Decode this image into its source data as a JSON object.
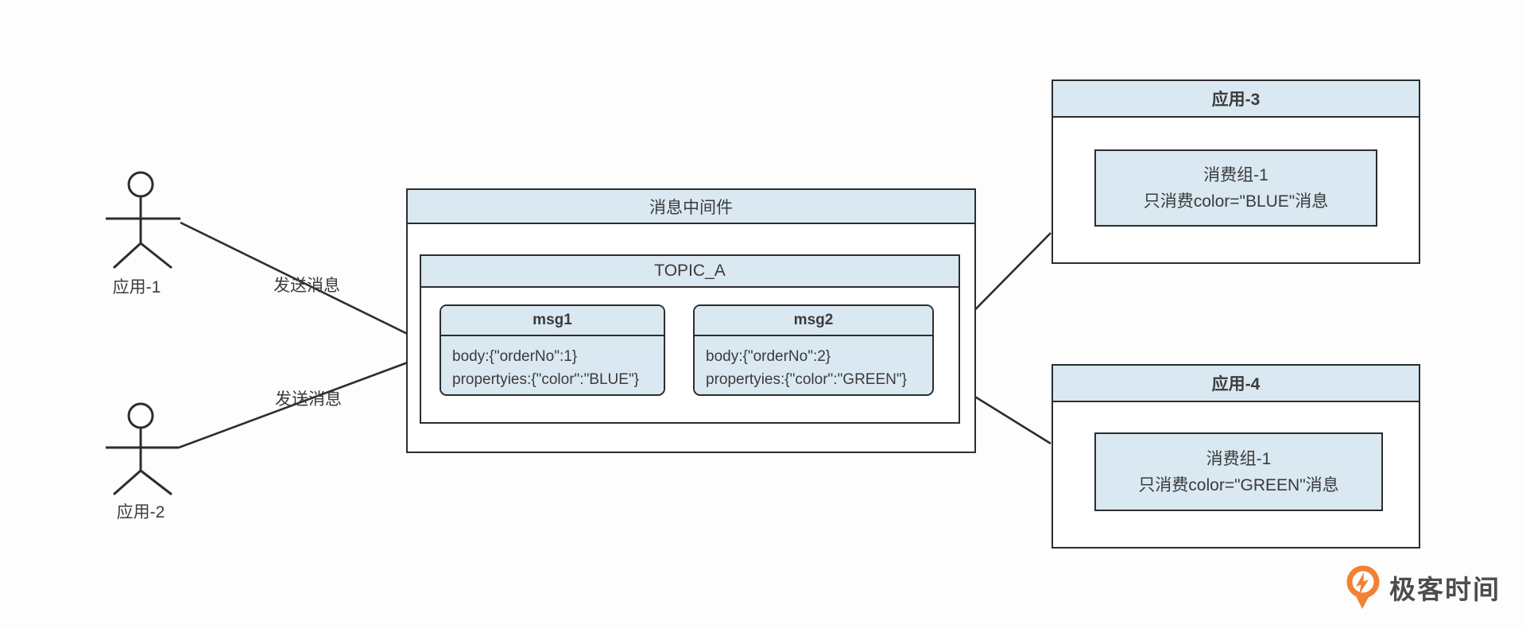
{
  "diagram": {
    "actors": [
      {
        "label": "应用-1"
      },
      {
        "label": "应用-2"
      }
    ],
    "send_labels": [
      "发送消息",
      "发送消息"
    ],
    "middleware": {
      "title": "消息中间件",
      "topic": {
        "title": "TOPIC_A",
        "messages": [
          {
            "title": "msg1",
            "body_line1": "body:{\"orderNo\":1}",
            "body_line2": "propertyies:{\"color\":\"BLUE\"}"
          },
          {
            "title": "msg2",
            "body_line1": "body:{\"orderNo\":2}",
            "body_line2": "propertyies:{\"color\":\"GREEN\"}"
          }
        ]
      }
    },
    "consumers": [
      {
        "title": "应用-3",
        "group_line1": "消费组-1",
        "group_line2": "只消费color=\"BLUE\"消息"
      },
      {
        "title": "应用-4",
        "group_line1": "消费组-1",
        "group_line2": "只消费color=\"GREEN\"消息"
      }
    ]
  },
  "branding": {
    "logo_text": "极客时间"
  },
  "colors": {
    "box_fill": "#d9e8f1",
    "box_border": "#2d2d2d",
    "text": "#3b3b3b",
    "logo_orange": "#f28132",
    "background": "#fdfdfd"
  }
}
